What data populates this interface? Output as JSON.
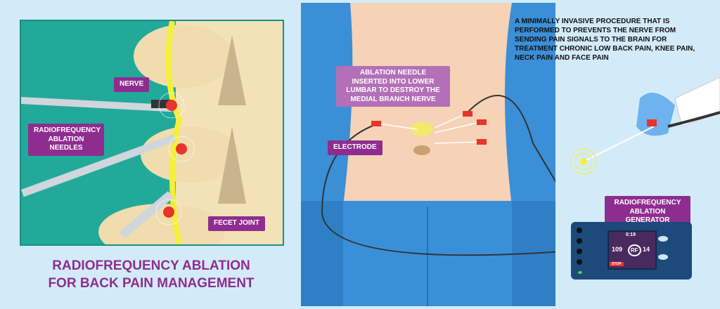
{
  "left_panel": {
    "labels": {
      "nerve": "NERVE",
      "needles": "RADIOFREQUENCY ABLATION NEEDLES",
      "joint": "FECET JOINT"
    },
    "title_line1": "RADIOFREQUENCY ABLATION",
    "title_line2": "FOR BACK PAIN MANAGEMENT"
  },
  "right_panel": {
    "description": "A MINIMALLY INVASIVE PROCEDURE THAT IS PERFORMED TO PREVENTS THE NERVE FROM SENDING PAIN SIGNALS TO THE BRAIN FOR TREATMENT CHRONIC LOW BACK PAIN, KNEE PAIN, NECK PAIN AND FACE PAIN",
    "needle_label": "ABLATION NEEDLE INSERTED INTO LOWER LUMBAR TO DESTROY THE MEDIAL BRANCH NERVE",
    "electrode_label": "ELECTRODE",
    "generator_label": "RADIOFREQUENCY ABLATION GENERATOR",
    "generator_screen": {
      "timer": "0:19",
      "left_value": "109",
      "right_value": "14",
      "center": "RF",
      "stop": "STOP"
    }
  },
  "colors": {
    "accent": "#8e2d8f",
    "teal": "#22a99a",
    "blue": "#3b8fd6",
    "skin": "#f6d2b6"
  }
}
